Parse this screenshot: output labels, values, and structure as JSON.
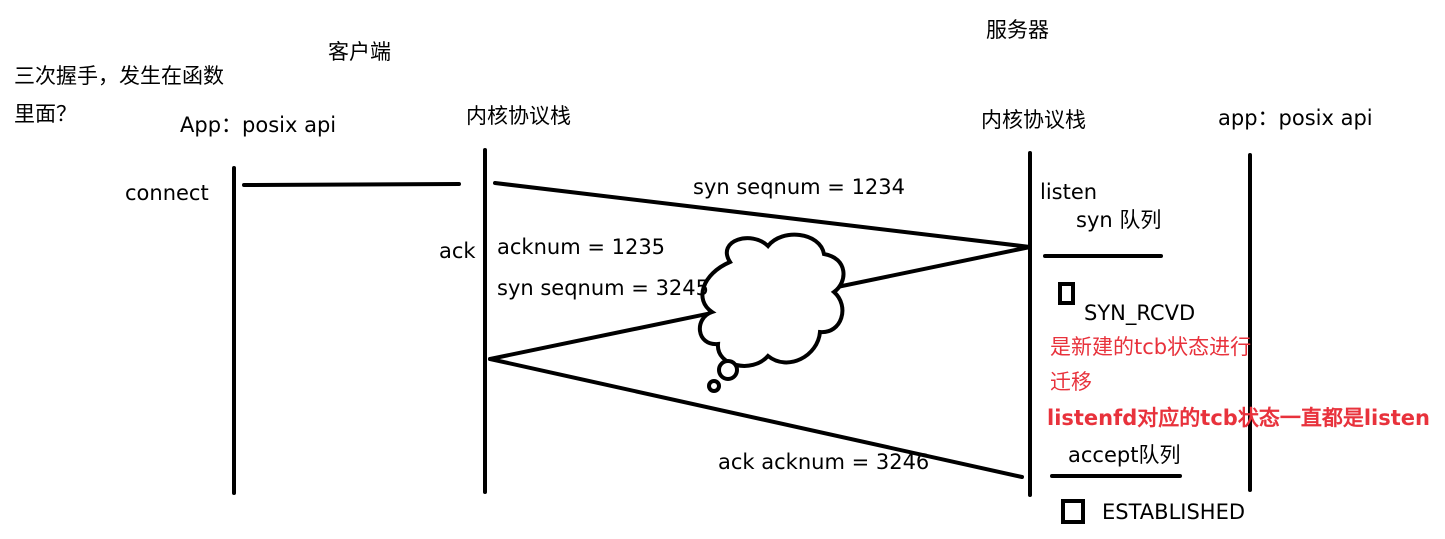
{
  "question": {
    "line1": "三次握手，发生在函数",
    "line2": "里面？"
  },
  "headers": {
    "client": "客户端",
    "server": "服务器",
    "client_app": "App：posix api",
    "client_stack": "内核协议栈",
    "server_stack": "内核协议栈",
    "server_app": "app：posix api"
  },
  "client_side": {
    "connect": "connect",
    "ack": "ack"
  },
  "messages": {
    "syn": "syn seqnum = 1234",
    "synack_ack": "acknum = 1235",
    "synack_syn": "syn seqnum = 3245",
    "final_ack": "ack acknum = 3246"
  },
  "server_side": {
    "listen": "listen",
    "syn_queue": "syn 队列",
    "syn_rcvd": "SYN_RCVD",
    "note_line1": "是新建的tcb状态进行",
    "note_line2": "迁移",
    "listenfd_note": "listenfd对应的tcb状态一直都是listen",
    "accept_queue": "accept队列",
    "established": "ESTABLISHED"
  },
  "colors": {
    "ink": "#000000",
    "note": "#e8323c"
  }
}
